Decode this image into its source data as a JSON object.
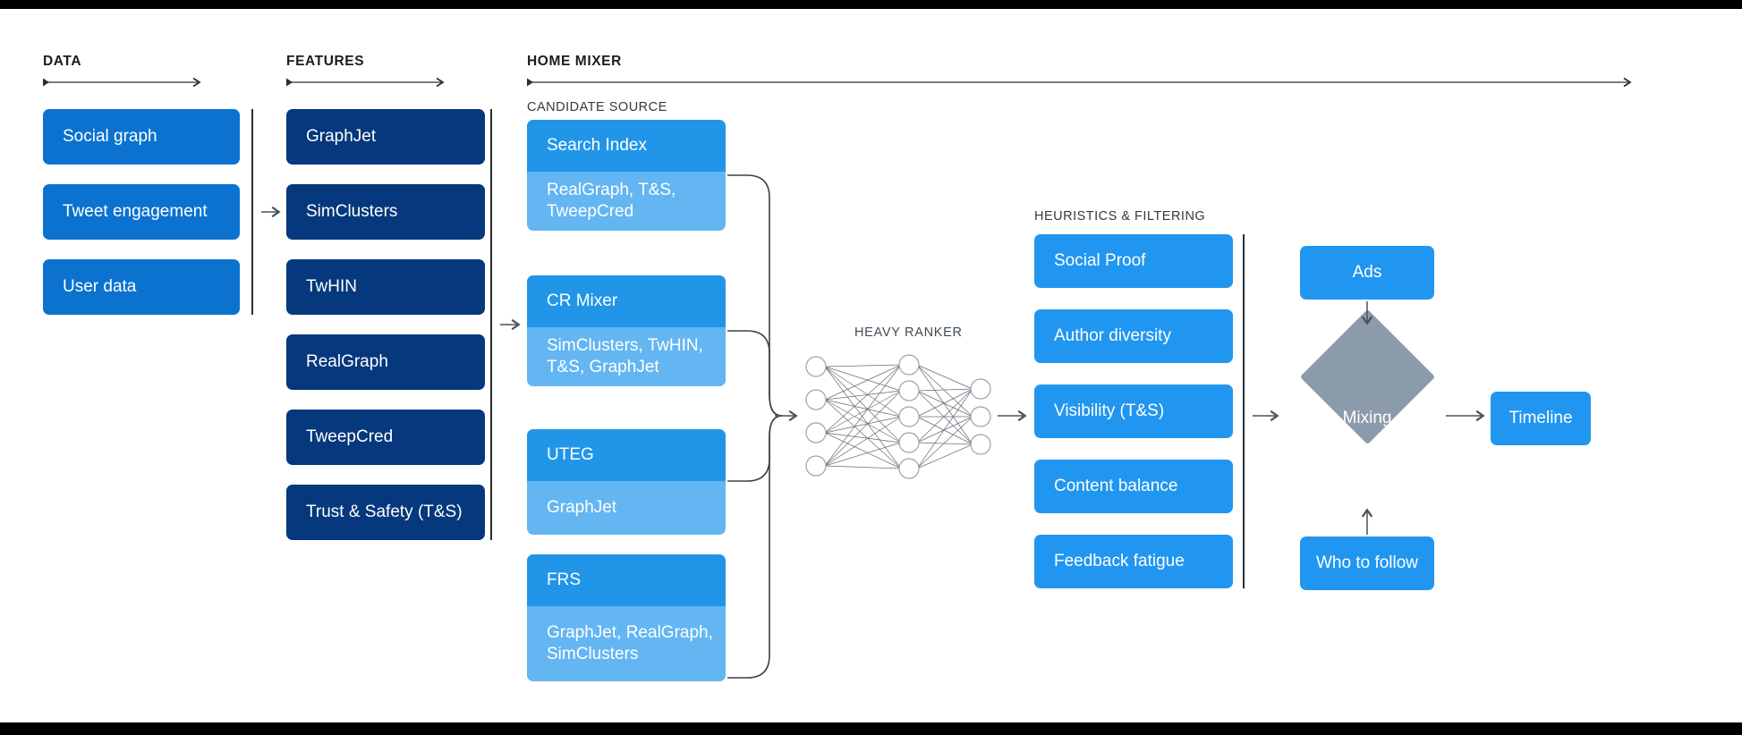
{
  "page": {
    "background": "#ffffff",
    "letterbox_color": "#000000"
  },
  "colors": {
    "data_box": "#0b72d0",
    "feature_box": "#05387c",
    "candidate_head": "#2196e8",
    "candidate_body": "#63b6f2",
    "heuristic_box": "#2196f0",
    "plain_box": "#2196f0",
    "diamond": "#8b9bab",
    "rule": "#2a2f33",
    "arrow": "#4a5258"
  },
  "sections": [
    {
      "id": "data",
      "label": "DATA"
    },
    {
      "id": "features",
      "label": "FEATURES"
    },
    {
      "id": "home_mixer",
      "label": "HOME MIXER"
    }
  ],
  "sublabels": {
    "candidate_source": "CANDIDATE SOURCE",
    "heuristics": "HEURISTICS & FILTERING",
    "heavy_ranker": "HEAVY RANKER"
  },
  "data_column": {
    "items": [
      {
        "label": "Social graph"
      },
      {
        "label": "Tweet engagement"
      },
      {
        "label": "User data"
      }
    ]
  },
  "features_column": {
    "items": [
      {
        "label": "GraphJet"
      },
      {
        "label": "SimClusters"
      },
      {
        "label": "TwHIN"
      },
      {
        "label": "RealGraph"
      },
      {
        "label": "TweepCred"
      },
      {
        "label": "Trust & Safety (T&S)"
      }
    ]
  },
  "candidate_sources": [
    {
      "title": "Search Index",
      "detail": "RealGraph, T&S, TweepCred"
    },
    {
      "title": "CR Mixer",
      "detail": "SimClusters, TwHIN, T&S, GraphJet"
    },
    {
      "title": "UTEG",
      "detail": "GraphJet"
    },
    {
      "title": "FRS",
      "detail": "GraphJet, RealGraph, SimClusters"
    }
  ],
  "heavy_ranker": {
    "label": "HEAVY RANKER",
    "layers": [
      4,
      5,
      3
    ]
  },
  "heuristics_column": {
    "items": [
      {
        "label": "Social Proof"
      },
      {
        "label": "Author diversity"
      },
      {
        "label": "Visibility (T&S)"
      },
      {
        "label": "Content balance"
      },
      {
        "label": "Feedback fatigue"
      }
    ]
  },
  "mixing_stage": {
    "ads": "Ads",
    "mixing": "Mixing",
    "who_to_follow": "Who to follow",
    "timeline": "Timeline"
  }
}
